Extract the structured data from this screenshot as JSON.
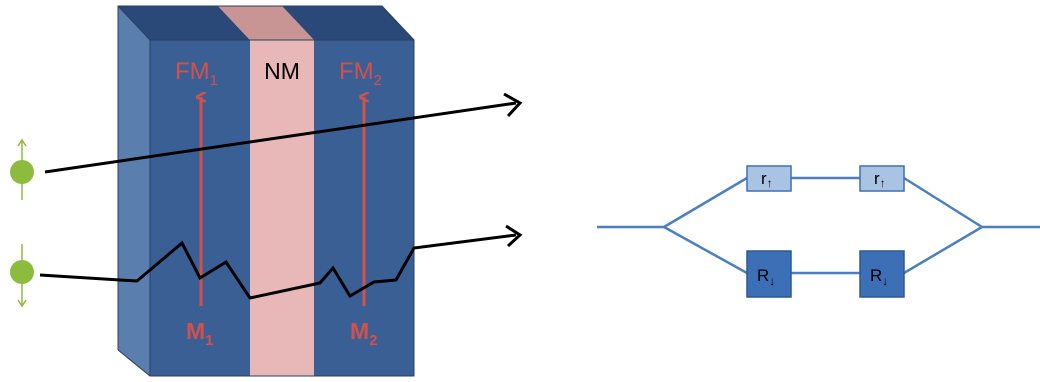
{
  "layers": {
    "fm1": {
      "label": "FM",
      "sub": "1",
      "moment": "M",
      "moment_sub": "1"
    },
    "nm": {
      "label": "NM"
    },
    "fm2": {
      "label": "FM",
      "sub": "2",
      "moment": "M",
      "moment_sub": "2"
    }
  },
  "circuit": {
    "upper_left": {
      "label": "r",
      "sub": "↑"
    },
    "upper_right": {
      "label": "r",
      "sub": "↑"
    },
    "lower_left": {
      "label": "R",
      "sub": "↓"
    },
    "lower_right": {
      "label": "R",
      "sub": "↓"
    }
  },
  "colors": {
    "fm_front": "#3a5f95",
    "fm_top": "#2a4878",
    "fm_side": "#5a7fae",
    "nm_front": "#e8b8b8",
    "nm_top": "#c99494",
    "arrow_red": "#d6504a",
    "electron": "#8dbb3e",
    "wire": "#4a7fc1",
    "box_light": "#a9c3e3",
    "box_dark": "#3d6fb6"
  },
  "icons": [
    "spin-up-electron-icon",
    "spin-down-electron-icon",
    "magnetization-arrow-icon"
  ]
}
